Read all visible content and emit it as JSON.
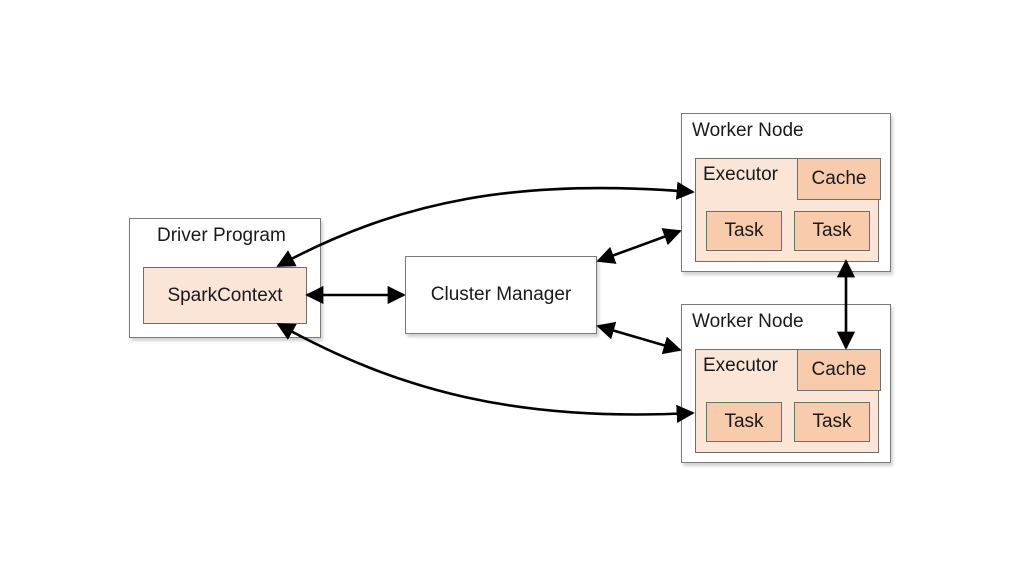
{
  "driver": {
    "title": "Driver Program",
    "context": "SparkContext"
  },
  "cluster_manager": {
    "label": "Cluster Manager"
  },
  "workers": [
    {
      "title": "Worker Node",
      "executor": "Executor",
      "cache": "Cache",
      "tasks": [
        "Task",
        "Task"
      ]
    },
    {
      "title": "Worker Node",
      "executor": "Executor",
      "cache": "Cache",
      "tasks": [
        "Task",
        "Task"
      ]
    }
  ],
  "colors": {
    "outer_fill": "#ffffff",
    "executor_fill": "#fbe5d6",
    "task_fill": "#f8cbad",
    "arrow": "#000000"
  }
}
